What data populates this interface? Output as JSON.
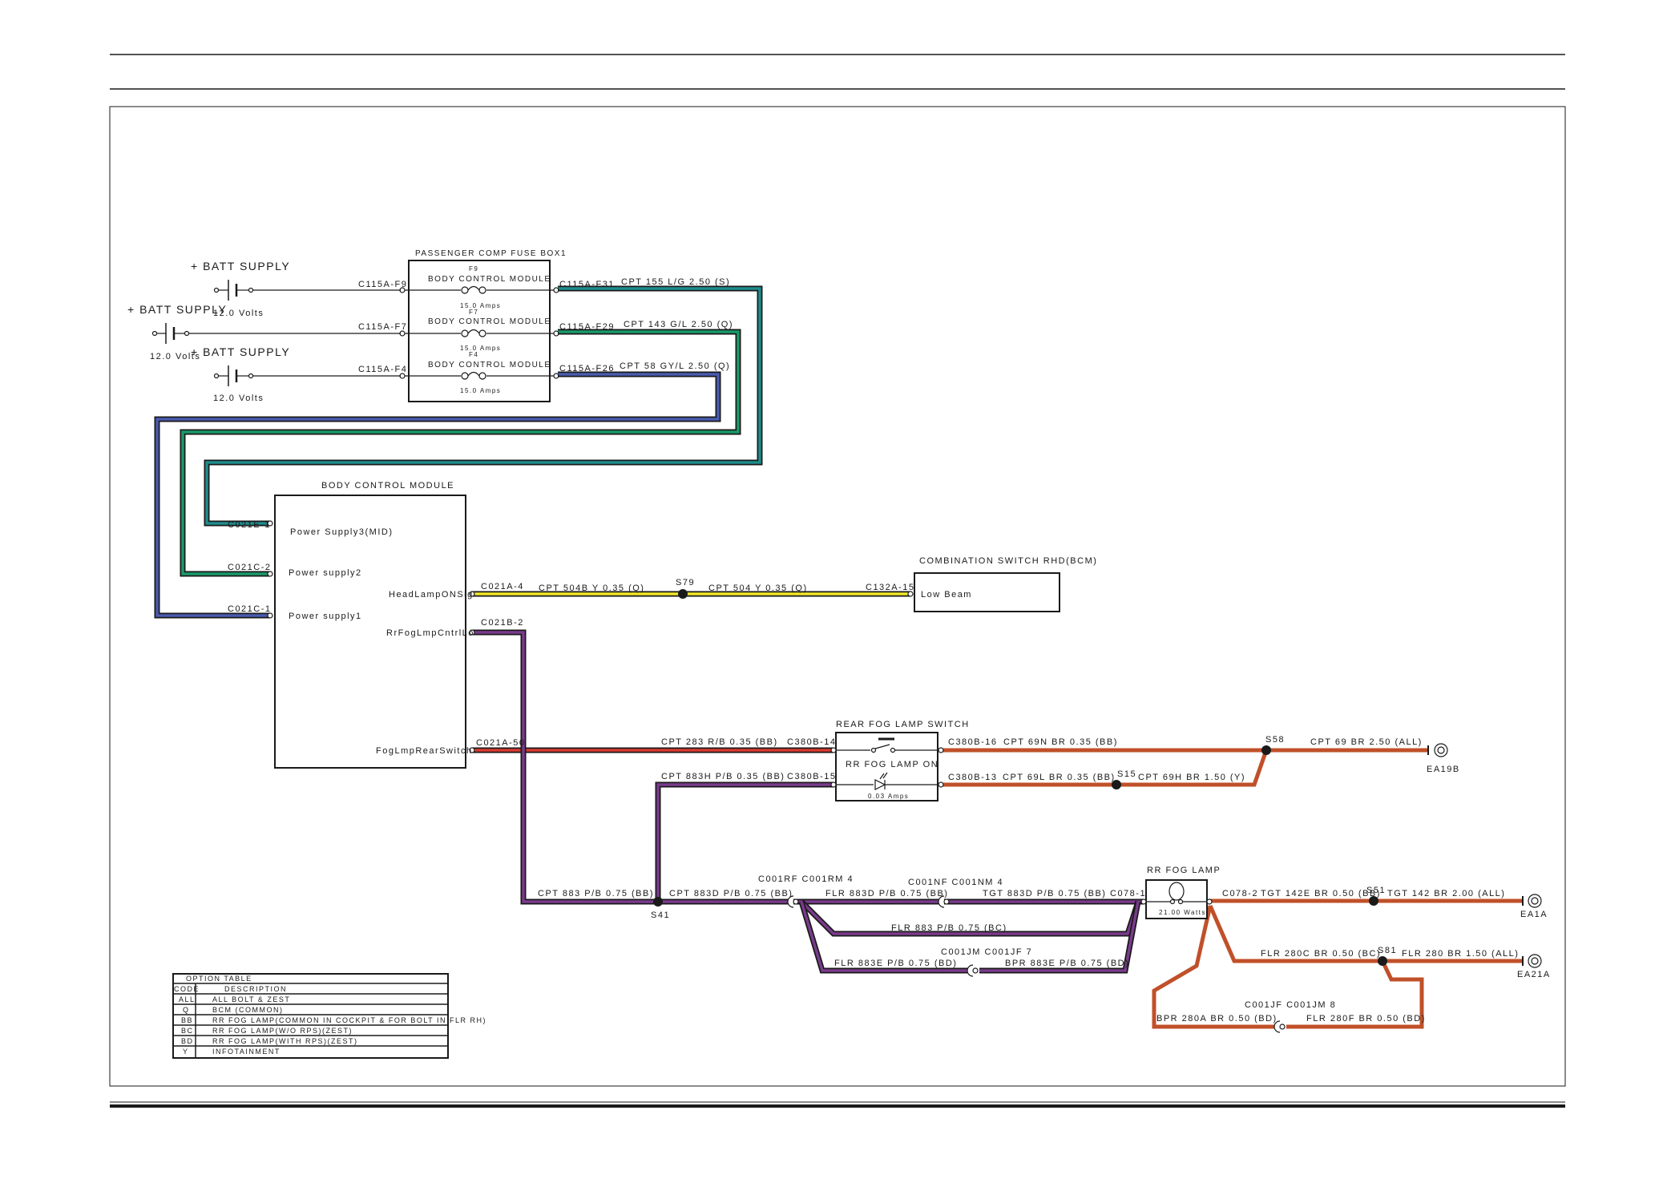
{
  "colors": {
    "teal": "#1f8c8c",
    "green": "#1a9a6a",
    "blue": "#4a5bb0",
    "yellow": "#f2e82a",
    "purple": "#7a3b8c",
    "red": "#d93a30",
    "brown": "#c0502a",
    "line": "#1a1a1a"
  },
  "batt": {
    "b1_label": "+ BATT SUPPLY",
    "b1_volts": "12.0 Volts",
    "b2_label": "+ BATT SUPPLY",
    "b2_volts": "12.0 Volts",
    "b3_label": "+ BATT SUPPLY",
    "b3_volts": "12.0 Volts"
  },
  "fusebox": {
    "title": "PASSENGER COMP FUSE BOX1",
    "f1_conn_in": "C115A-F9",
    "f1_name": "F9",
    "f1_label": "BODY CONTROL MODULE",
    "f1_amps": "15.0 Amps",
    "f1_conn_out": "C115A-F31",
    "f1_wire": "CPT   155 L/G 2.50 (S)",
    "f2_conn_in": "C115A-F7",
    "f2_name": "F7",
    "f2_label": "BODY CONTROL MODULE",
    "f2_amps": "15.0 Amps",
    "f2_conn_out": "C115A-F29",
    "f2_wire": "CPT 143 G/L 2.50 (Q)",
    "f3_conn_in": "C115A-F4",
    "f3_name": "F4",
    "f3_label": "BODY CONTROL MODULE",
    "f3_amps": "15.0 Amps",
    "f3_conn_out": "C115A-F26",
    "f3_wire": "CPT 58 GY/L 2.50 (Q)"
  },
  "bcm": {
    "title": "BODY CONTROL MODULE",
    "c_e1": "C021E-1",
    "ps3": "Power Supply3(MID)",
    "c_c2": "C021C-2",
    "ps2": "Power supply2",
    "c_c1": "C021C-1",
    "ps1": "Power supply1",
    "headlamp_pin": "HeadLampONSig",
    "rrfog_pin": "RrFogLmpCntrlLo",
    "fogsw_pin": "FogLmpRearSwitch"
  },
  "headlamp": {
    "conn_a4": "C021A-4",
    "wire1": "CPT   504B Y 0.35 (Q)",
    "splice": "S79",
    "wire2": "CPT   504 Y 0.35 (Q)",
    "conn_c132": "C132A-15",
    "sw_title": "COMBINATION SWITCH RHD(BCM)",
    "sw_text": "Low Beam"
  },
  "fog": {
    "conn_b2": "C021B-2",
    "conn_a50": "C021A-50",
    "wire_red": "CPT    283 R/B 0.35 (BB)",
    "conn_b14": "C380B-14",
    "wire_883h": "CPT   883H P/B 0.35 (BB)",
    "conn_b15": "C380B-15",
    "switch_title": "REAR FOG LAMP SWITCH",
    "switch_text": "RR FOG LAMP ON",
    "switch_amps": "0.03 Amps",
    "conn_b16": "C380B-16",
    "wire_69n": "CPT   69N BR 0.35 (BB)",
    "splice_s58": "S58",
    "wire_69": "CPT 69 BR 2.50 (ALL)",
    "ground1": "EA19B",
    "conn_b13": "C380B-13",
    "wire_69l": "CPT   69L BR 0.35 (BB)",
    "splice_s15": "S15",
    "wire_69h": "CPT 69H BR 1.50 (Y)",
    "wire_883": "CPT    883 P/B 0.75 (BB)",
    "splice_s41": "S41",
    "wire_883d": "CPT  883D P/B 0.75 (BB)",
    "conn_rf": "C001RF C001RM 4",
    "wire_flr883d": "FLR  883D P/B 0.75 (BB)",
    "conn_nf": "C001NF C001NM 4",
    "wire_tgt883d": "TGT   883D P/B 0.75 (BB)",
    "conn_c078_1": "C078-1",
    "wire_flr883": "FLR  883 P/B 0.75 (BC)",
    "conn_jm": "C001JM C001JF 7",
    "wire_flr883e": "FLR  883E P/B 0.75 (BD)",
    "wire_bpr883e": "BPR  883E P/B 0.75 (BD)",
    "lamp_title": "RR FOG LAMP",
    "lamp_watts": "21.00 Watts",
    "conn_c078_2": "C078-2",
    "wire_142e": "TGT  142E BR 0.50 (BB)",
    "splice_s51": "S51",
    "wire_142": "TGT   142 BR 2.00 (ALL)",
    "ground2": "EA1A",
    "wire_280c": "FLR 280C BR 0.50 (BC)",
    "splice_s81": "S81",
    "wire_280": "FLR  280 BR 1.50 (ALL)",
    "ground3": "EA21A",
    "conn_jf": "C001JF C001JM 8",
    "wire_280a": "BPR  280A BR 0.50 (BD)",
    "wire_280f": "FLR  280F BR 0.50 (BD)"
  },
  "option_table": {
    "title": "OPTION TABLE",
    "h_code": "CODE",
    "h_desc": "DESCRIPTION",
    "rows": [
      {
        "code": "ALL",
        "desc": "ALL BOLT & ZEST"
      },
      {
        "code": "Q",
        "desc": "BCM (COMMON)"
      },
      {
        "code": "BB",
        "desc": "RR FOG LAMP(COMMON IN COCKPIT & FOR BOLT IN FLR RH)"
      },
      {
        "code": "BC",
        "desc": "RR FOG LAMP(W/O RPS)(ZEST)"
      },
      {
        "code": "BD",
        "desc": "RR FOG LAMP(WITH RPS)(ZEST)"
      },
      {
        "code": "Y",
        "desc": "INFOTAINMENT"
      }
    ]
  }
}
